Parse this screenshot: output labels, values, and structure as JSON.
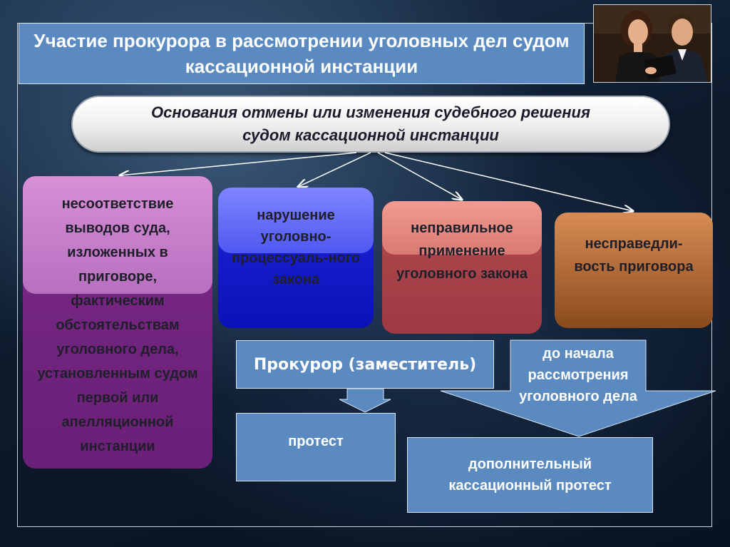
{
  "title": "Участие прокурора в рассмотрении уголовных дел судом кассационной инстанции",
  "grounds_heading": "Основания отмены или изменения судебного решения судом кассационной инстанции",
  "grounds": [
    {
      "label": "несоответствие выводов суда, изложенных в приговоре, фактическим обстоятельствам уголовного дела, установленным судом первой или апелляционной инстанции",
      "color": "#7a2a86"
    },
    {
      "label": "нарушение уголовно-процессуаль-ного закона",
      "color": "#1f25d8"
    },
    {
      "label": "неправильное применение уголовного закона",
      "color": "#b24a50"
    },
    {
      "label": "несправедли-вость приговора",
      "color": "#c07a45"
    }
  ],
  "prosecutor_label": "Прокурор (заместитель)",
  "protest_label": "протест",
  "before_label": "до начала рассмотрения уголовного дела",
  "additional_protest_label": "дополнительный кассационный протест",
  "colors": {
    "accent_blue": "#5a8ac0"
  }
}
